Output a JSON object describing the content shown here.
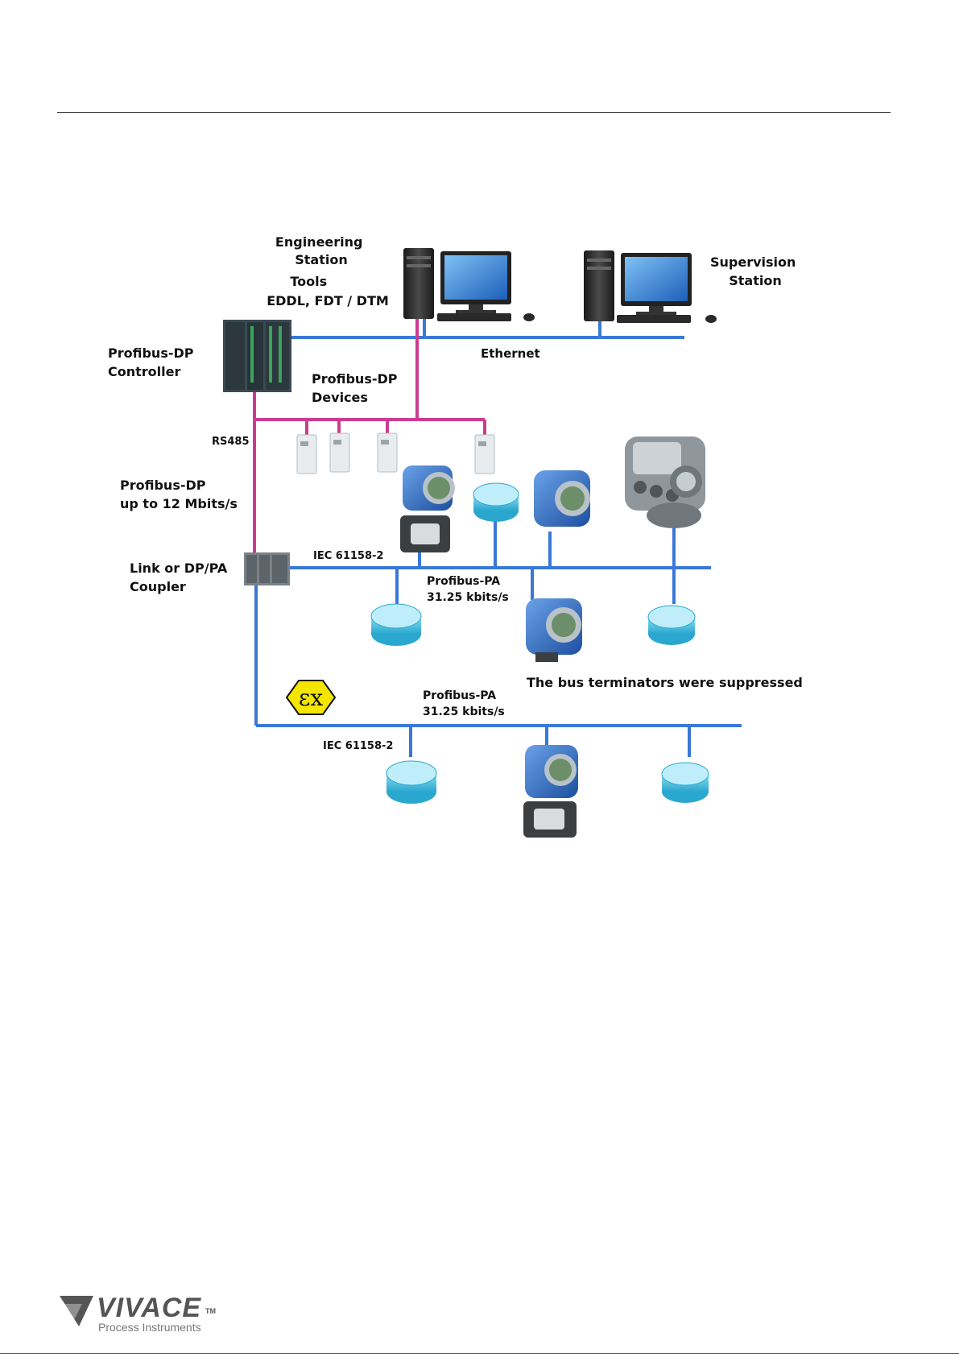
{
  "labels": {
    "engineering_station": [
      "Engineering",
      "Station"
    ],
    "tools": [
      "Tools",
      "EDDL, FDT / DTM"
    ],
    "supervision_station": [
      "Supervision",
      "Station"
    ],
    "dp_controller": [
      "Profibus-DP",
      "Controller"
    ],
    "ethernet": "Ethernet",
    "dp_devices": [
      "Profibus-DP",
      "Devices"
    ],
    "rs485": "RS485",
    "dp_speed": [
      "Profibus-DP",
      "up to 12 Mbits/s"
    ],
    "coupler": [
      "Link or DP/PA",
      "Coupler"
    ],
    "iec_upper": "IEC 61158-2",
    "pa_upper": [
      "Profibus-PA",
      "31.25 kbits/s"
    ],
    "terminators_note": "The bus terminators were suppressed",
    "pa_lower": [
      "Profibus-PA",
      "31.25 kbits/s"
    ],
    "iec_lower": "IEC 61158-2"
  },
  "colors": {
    "ethernet_bus": "#3a78d8",
    "dp_bus": "#cc3b8f",
    "pa_bus": "#3a78d8",
    "ex_symbol": "#f4e600"
  },
  "footer": {
    "brand": "VIVACE",
    "tm": "TM",
    "subtitle": "Process Instruments"
  }
}
